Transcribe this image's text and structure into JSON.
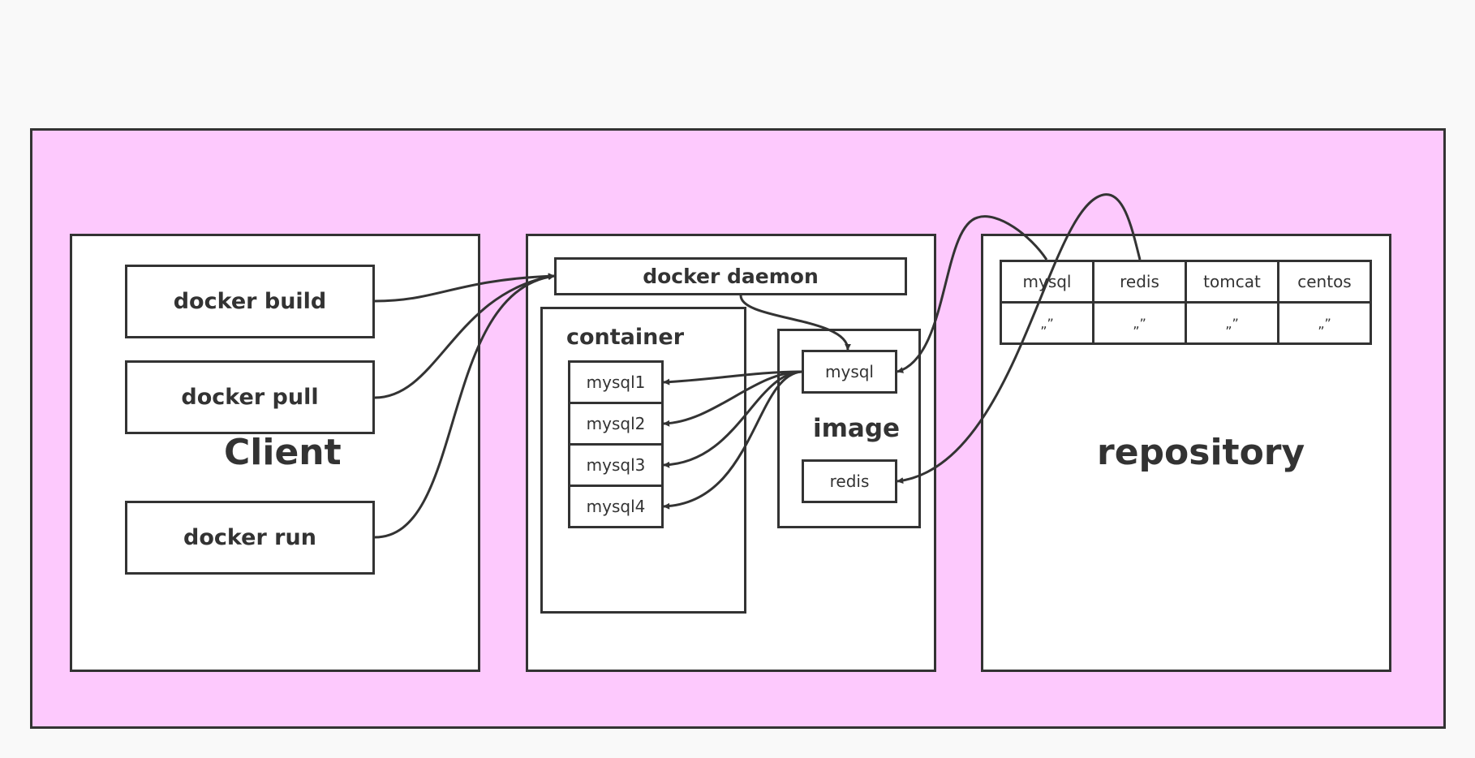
{
  "client": {
    "title": "Client",
    "commands": [
      "docker build",
      "docker pull",
      "docker run"
    ]
  },
  "daemon": {
    "title": "docker daemon",
    "container": {
      "title": "container",
      "items": [
        "mysql1",
        "mysql2",
        "mysql3",
        "mysql4"
      ]
    },
    "image": {
      "title": "image",
      "items": [
        "mysql",
        "redis"
      ]
    }
  },
  "repository": {
    "title": "repository",
    "images": [
      "mysql",
      "redis",
      "tomcat",
      "centos"
    ],
    "continuation": [
      "„”",
      "„”",
      "„”",
      "„”"
    ]
  },
  "colors": {
    "background": "#f9f9f9",
    "outer_fill": "#fdc9fd",
    "panel_fill": "#ffffff",
    "stroke": "#333333"
  }
}
